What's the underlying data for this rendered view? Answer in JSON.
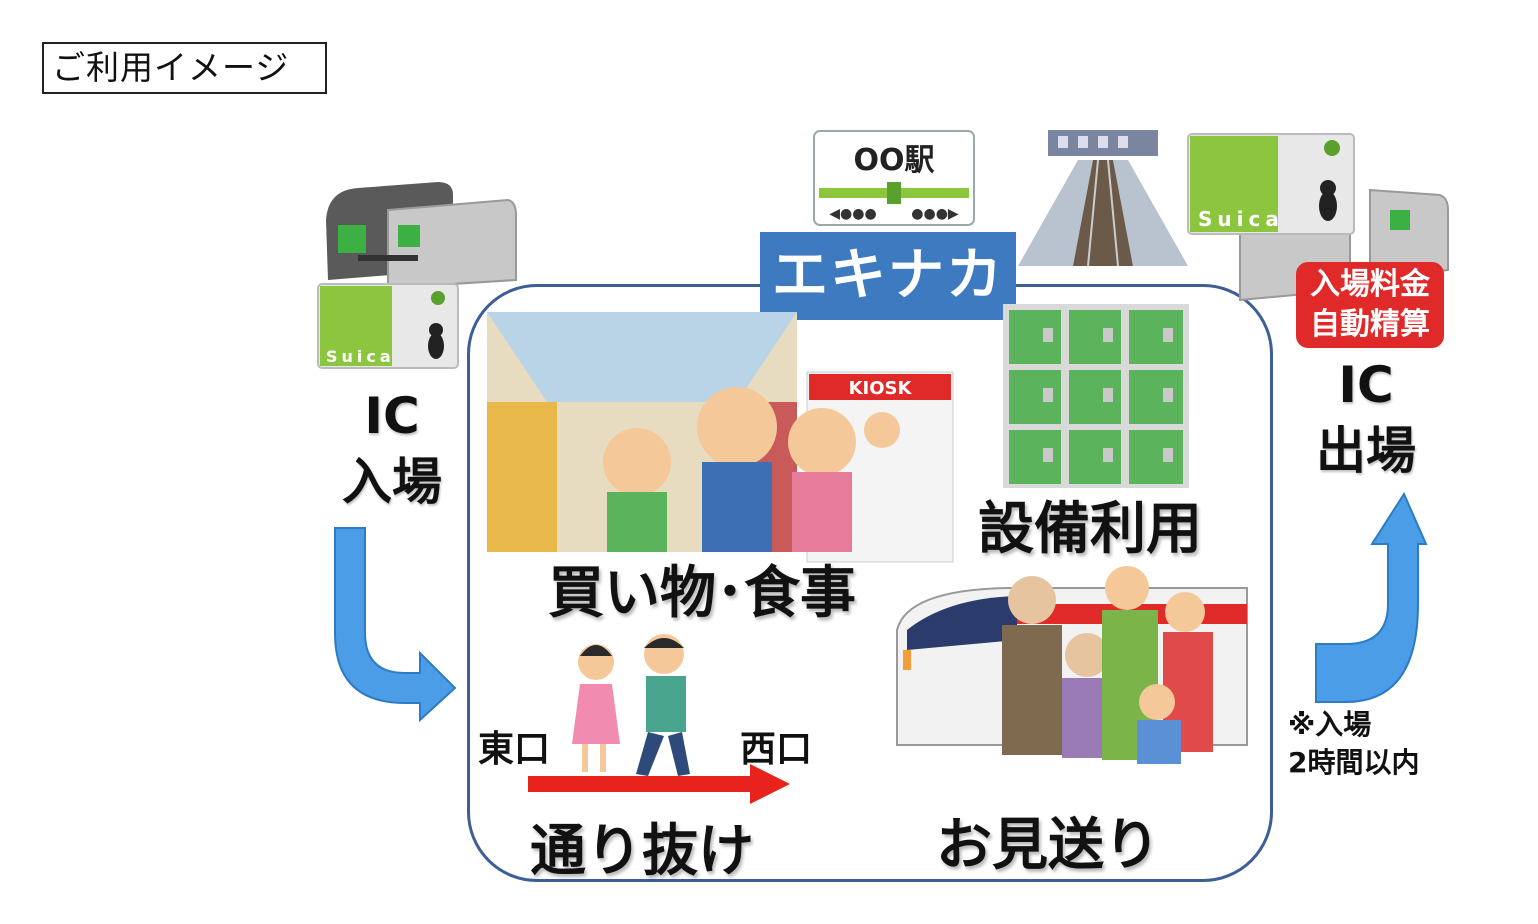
{
  "title": "ご利用イメージ",
  "entry": {
    "line1": "IC",
    "line2": "入場"
  },
  "exit": {
    "line1": "IC",
    "line2": "出場"
  },
  "ekinaka_label": "エキナカ",
  "station_sign": "OO駅",
  "card_brand": "Suica",
  "kiosk_label": "KIOSK",
  "badge": {
    "line1": "入場料金",
    "line2": "自動精算"
  },
  "activities": {
    "shopping": "買い物･食事",
    "facilities": "設備利用",
    "passthrough": "通り抜け",
    "seeoff": "お見送り"
  },
  "directions": {
    "east": "東口",
    "west": "西口"
  },
  "note": {
    "line1": "※入場",
    "line2": "2時間以内"
  },
  "colors": {
    "frame": "#3d5f95",
    "tag": "#3e7ac0",
    "arrow": "#4a9de6",
    "badge": "#e02a2a",
    "red_arrow": "#e8221d",
    "card_green": "#8cc63f"
  }
}
